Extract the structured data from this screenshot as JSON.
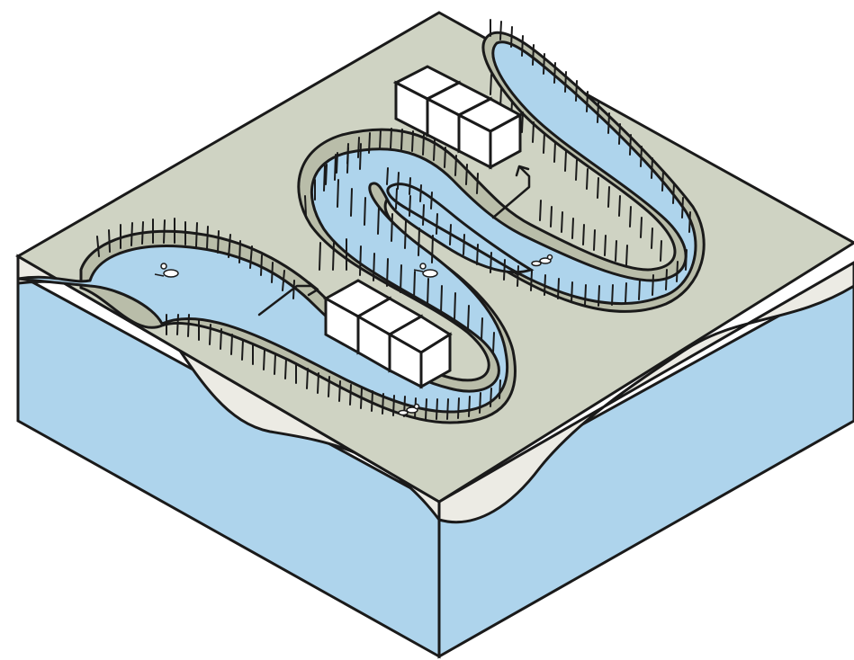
{
  "diagram": {
    "kind": "isometric meandering river block",
    "colors": {
      "water": "#aed4ec",
      "ground": "#cfd3c3",
      "bank": "#b9bda9",
      "cut_face": "#ecebe4",
      "outline": "#1a1a1a",
      "box": "#ffffff"
    },
    "features": [
      {
        "id": "river-channel",
        "icon": "meandering-river"
      },
      {
        "id": "bank-vegetation",
        "icon": "reed-strokes"
      },
      {
        "id": "floodplain-block",
        "icon": "isometric-block"
      },
      {
        "id": "building-cluster-lower",
        "icon": "three-cube-building",
        "count": 3
      },
      {
        "id": "building-cluster-upper",
        "icon": "three-cube-building",
        "count": 3
      },
      {
        "id": "flow-arrow-lower",
        "icon": "flow-arrow"
      },
      {
        "id": "flow-arrow-upper",
        "icon": "flow-arrow"
      },
      {
        "id": "waterfowl",
        "icon": "duck-icon",
        "count": 4
      }
    ]
  }
}
